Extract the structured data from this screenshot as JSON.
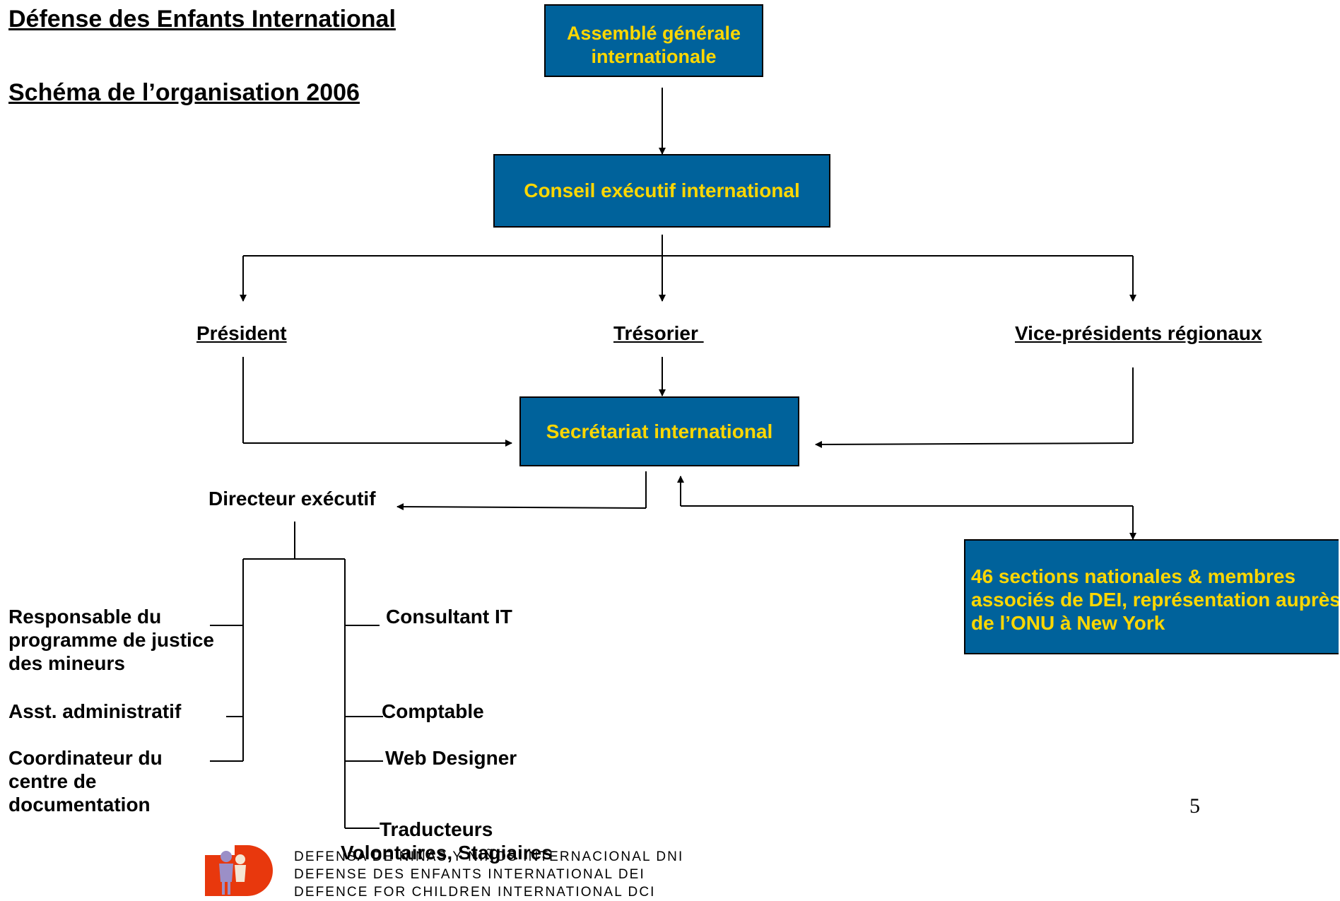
{
  "header": {
    "org_name": "Défense des Enfants International",
    "subtitle": "Schéma de l’organisation 2006"
  },
  "boxes": {
    "assembly": "Assemblé  générale internationale",
    "council": "Conseil exécutif international",
    "secretariat": "Secrétariat international",
    "sections": [
      "46 sections nationales & membres",
      "associés de DEI, représentation auprès",
      "de l’ONU à New York"
    ]
  },
  "officers": {
    "president": "Président",
    "treasurer": "Trésorier ",
    "vice_presidents": "Vice-présidents régionaux"
  },
  "director": "Directeur exécutif",
  "staff_left": {
    "juvenile_justice": "Responsable du programme de justice des mineurs",
    "admin_asst": "Asst. administratif",
    "doc_center": "Coordinateur du centre de documentation"
  },
  "staff_right": {
    "it": "Consultant IT",
    "accountant": "Comptable",
    "web": "Web Designer",
    "translators": "Traducteurs",
    "volunteers": "Volontaires, Stagiaires"
  },
  "page_number": "5",
  "footer_logo": {
    "lines": [
      "DEFENSA DE NIÑAS Y NIÑOS INTERNACIONAL DNI",
      "DEFENSE DES ENFANTS INTERNATIONAL DEI",
      "DEFENCE FOR CHILDREN INTERNATIONAL DCI"
    ]
  },
  "colors": {
    "box_fill": "#00629b",
    "box_text": "#ffd700",
    "logo_red": "#e8380d",
    "logo_purple": "#9b8fc7"
  }
}
